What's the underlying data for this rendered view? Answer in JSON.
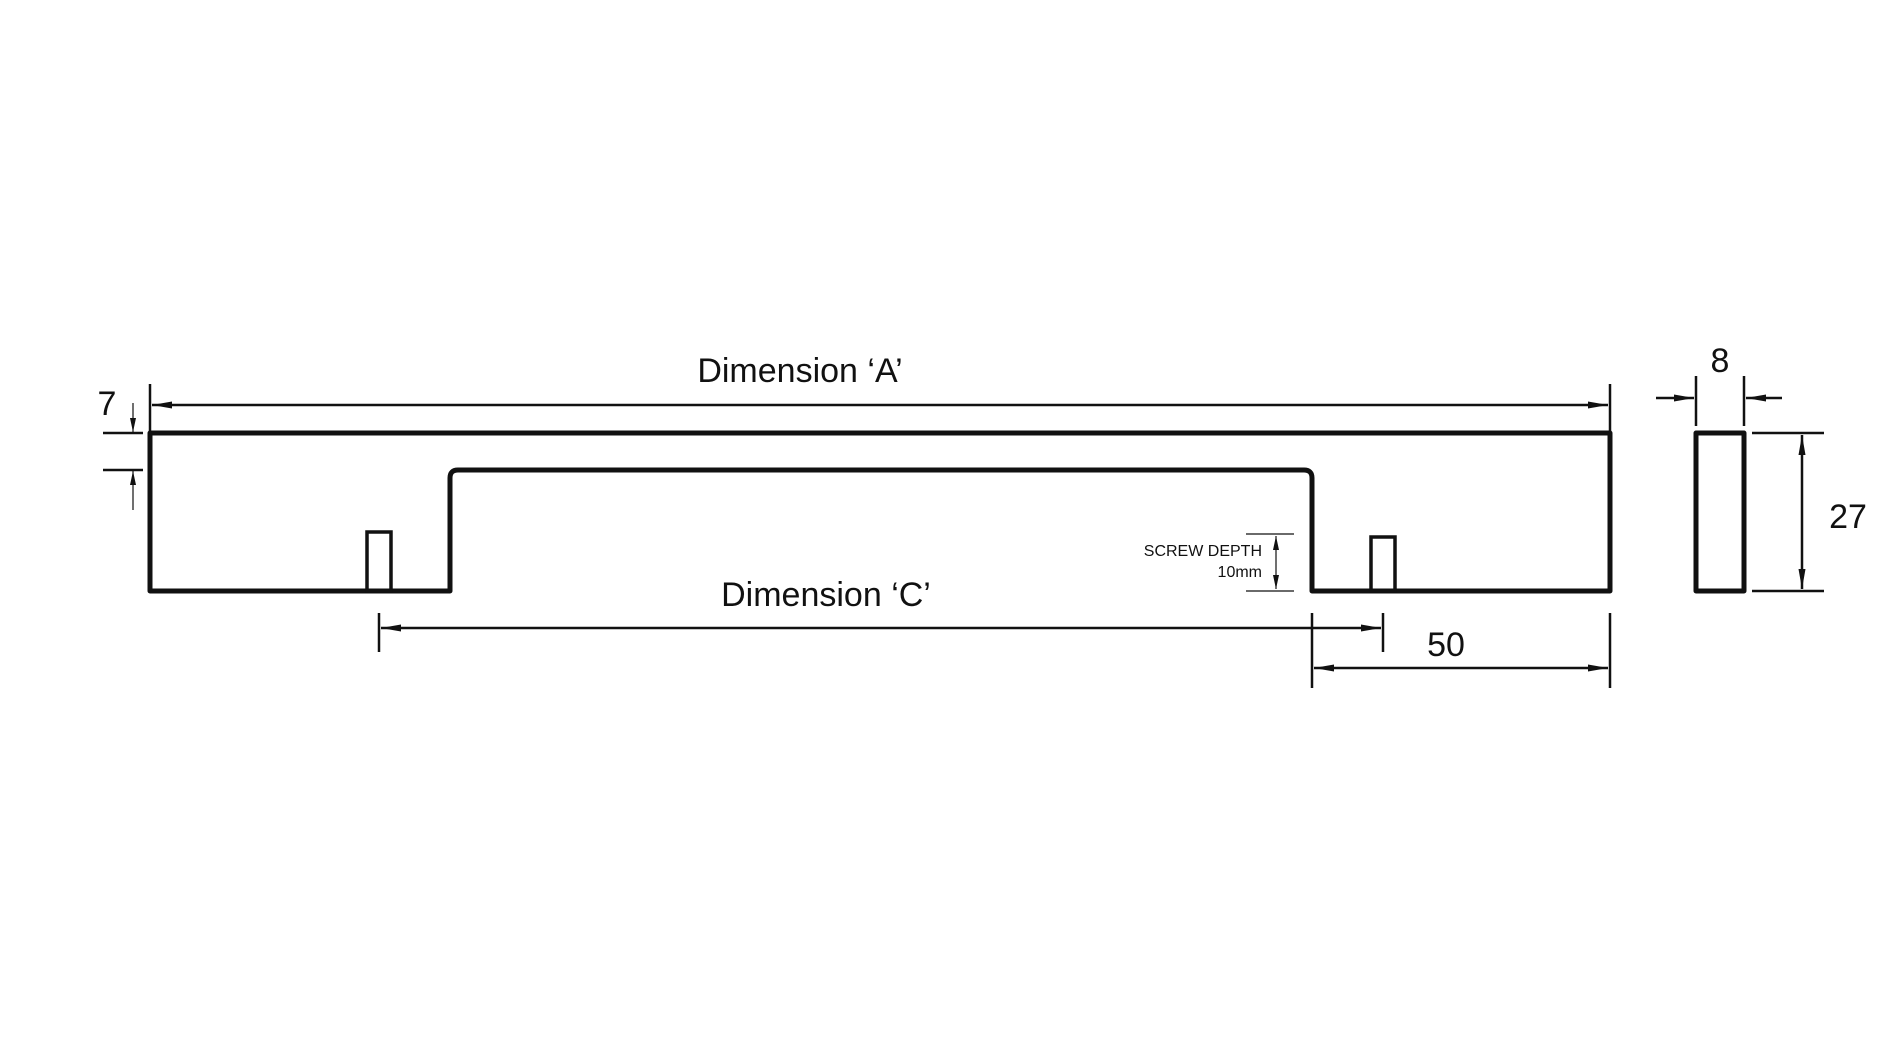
{
  "drawing": {
    "labels": {
      "dimension_a": "Dimension ‘A’",
      "dimension_c": "Dimension ‘C’",
      "thickness": "7",
      "width_side": "8",
      "height_side": "27",
      "foot_length": "50",
      "screw_depth_title": "SCREW DEPTH",
      "screw_depth_value": "10mm"
    },
    "colors": {
      "line": "#111111",
      "background": "#ffffff"
    }
  }
}
